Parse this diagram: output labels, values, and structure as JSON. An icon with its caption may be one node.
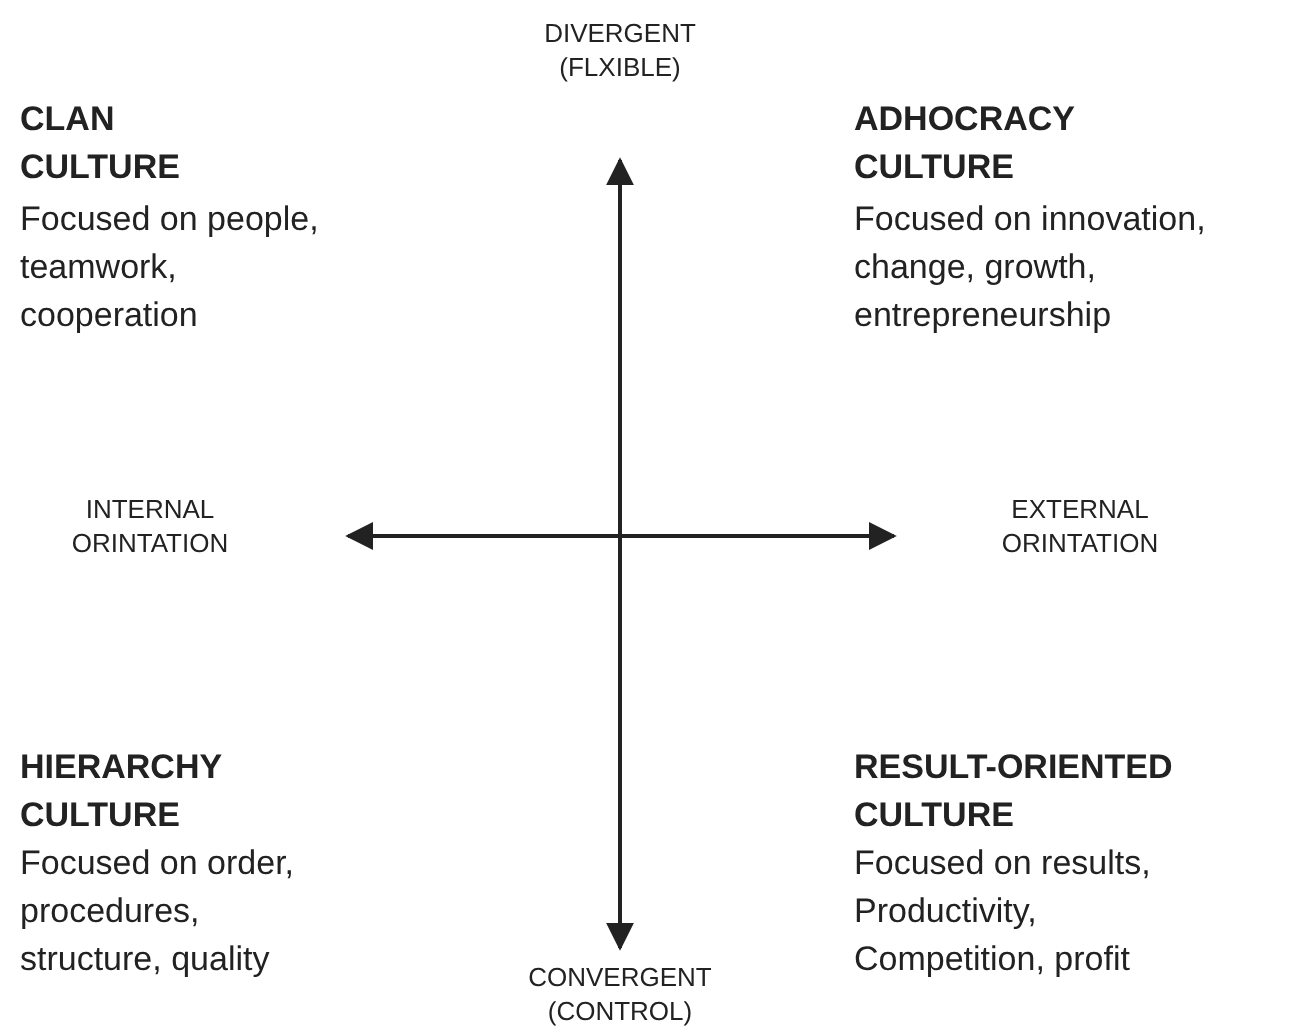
{
  "diagram": {
    "labels": [
      "DIVERGENT (FLXIBLE)",
      "CLAN CULTURE",
      "Focused on people, teamwork, cooperation",
      "ADHOCRACY CULTURE",
      "Focused on innovation, change, growth, entrepreneurship",
      "INTERNAL ORINTATION",
      "EXTERNAL ORINTATION",
      "HIERARCHY CULTURE",
      "Focused on order, procedures, structure, quality",
      "CONVERGENT (CONTROL)",
      "RESULT-ORIENTED CULTURE",
      "Focused on results, Productivity, Competition, profit"
    ]
  }
}
